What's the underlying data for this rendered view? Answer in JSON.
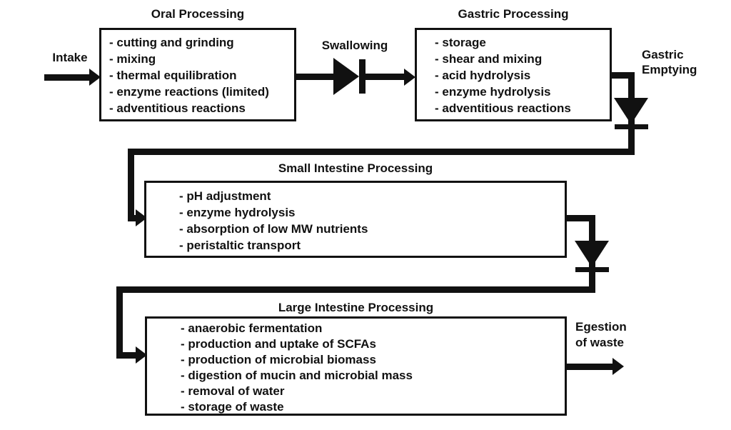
{
  "colors": {
    "ink": "#111111",
    "background": "#ffffff"
  },
  "stages": {
    "oral": {
      "title": "Oral Processing",
      "items": [
        "- cutting and grinding",
        "- mixing",
        "- thermal equilibration",
        "- enzyme reactions (limited)",
        "- adventitious reactions"
      ]
    },
    "gastric": {
      "title": "Gastric Processing",
      "items": [
        "- storage",
        "- shear and mixing",
        "- acid hydrolysis",
        "- enzyme hydrolysis",
        "- adventitious reactions"
      ]
    },
    "small_intestine": {
      "title": "Small Intestine Processing",
      "items": [
        "- pH adjustment",
        "- enzyme hydrolysis",
        "- absorption of low MW nutrients",
        "- peristaltic transport"
      ]
    },
    "large_intestine": {
      "title": "Large Intestine Processing",
      "items": [
        "- anaerobic fermentation",
        "- production and uptake of SCFAs",
        "- production of microbial biomass",
        "- digestion of mucin and microbial mass",
        "- removal of water",
        "- storage of waste"
      ]
    }
  },
  "flows": {
    "intake": "Intake",
    "swallowing": "Swallowing",
    "gastric_emptying": [
      "Gastric",
      "Emptying"
    ],
    "egestion": [
      "Egestion",
      "of waste"
    ]
  }
}
